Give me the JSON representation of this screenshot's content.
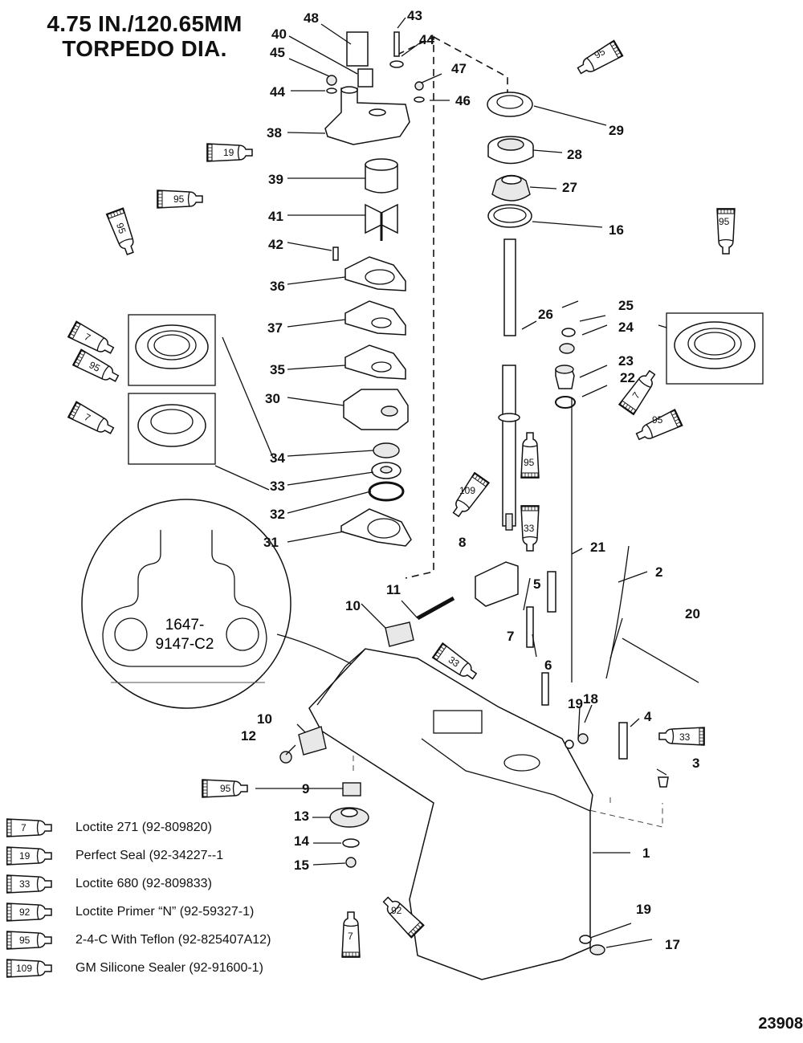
{
  "title": {
    "line1": "4.75 IN./120.65MM",
    "line2": "TORPEDO DIA."
  },
  "figure_number": "23908",
  "detail_stamp": {
    "line1": "1647-",
    "line2": "9147-C2"
  },
  "callouts": [
    "48",
    "43",
    "40",
    "44",
    "45",
    "47",
    "44",
    "46",
    "38",
    "29",
    "28",
    "39",
    "27",
    "41",
    "16",
    "42",
    "36",
    "25",
    "26",
    "24",
    "37",
    "23",
    "22",
    "35",
    "30",
    "34",
    "33",
    "32",
    "31",
    "8",
    "21",
    "2",
    "11",
    "5",
    "10",
    "20",
    "7",
    "6",
    "19",
    "18",
    "10",
    "4",
    "12",
    "3",
    "9",
    "13",
    "1",
    "14",
    "15",
    "19",
    "17"
  ],
  "tube_labels": {
    "t19": "19",
    "t95a": "95",
    "t95top": "95",
    "t95left": "95",
    "t7a": "7",
    "t95b": "95",
    "t7b": "7",
    "t95right": "95",
    "t7right": "7",
    "t95mid": "95",
    "t95drip": "95",
    "t109": "109",
    "t33a": "33",
    "t33b": "33",
    "t33c": "33",
    "t95c": "95",
    "t7c": "7",
    "t92": "92"
  },
  "legend": [
    {
      "tube": "7",
      "text": "Loctite 271 (92-809820)"
    },
    {
      "tube": "19",
      "text": "Perfect Seal (92-34227--1"
    },
    {
      "tube": "33",
      "text": "Loctite 680 (92-809833)"
    },
    {
      "tube": "92",
      "text": "Loctite Primer “N” (92-59327-1)"
    },
    {
      "tube": "95",
      "text": "2-4-C  With Teflon (92-825407A12)"
    },
    {
      "tube": "109",
      "text": "GM Silicone Sealer (92-91600-1)"
    }
  ]
}
